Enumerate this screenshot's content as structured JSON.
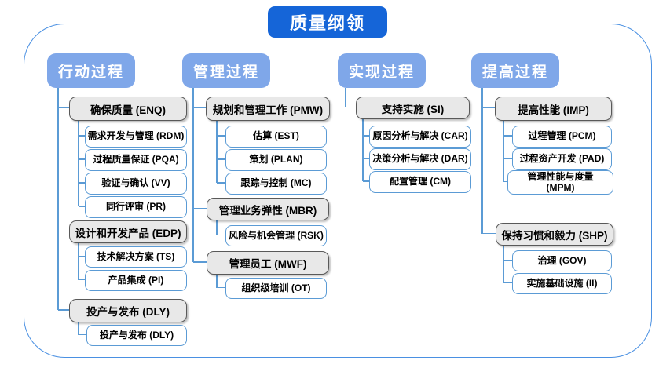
{
  "title": {
    "label": "质量纲领"
  },
  "colors": {
    "title_bg": "#1565d8",
    "header_bg": "#7fa7e9",
    "connector": "#5b9bd5",
    "container_border": "#4a90e2",
    "gray_fill": "#e8e8e8",
    "gray_border": "#595959",
    "white_border": "#5b9bd5",
    "text": "#000000"
  },
  "diagram": {
    "columns": [
      {
        "id": "action",
        "header": "行动过程",
        "groups": [
          {
            "id": "ENQ",
            "label": "确保质量 (ENQ)",
            "children": [
              {
                "id": "RDM",
                "label": "需求开发与管理 (RDM)"
              },
              {
                "id": "PQA",
                "label": "过程质量保证 (PQA)"
              },
              {
                "id": "VV",
                "label": "验证与确认 (VV)"
              },
              {
                "id": "PR",
                "label": "同行评审 (PR)"
              }
            ]
          },
          {
            "id": "EDP",
            "label": "设计和开发产品 (EDP)",
            "children": [
              {
                "id": "TS",
                "label": "技术解决方案 (TS)"
              },
              {
                "id": "PI",
                "label": "产品集成 (PI)"
              }
            ]
          },
          {
            "id": "DLY",
            "label": "投产与发布 (DLY)",
            "children": [
              {
                "id": "DLY2",
                "label": "投产与发布 (DLY)"
              }
            ]
          }
        ]
      },
      {
        "id": "management",
        "header": "管理过程",
        "groups": [
          {
            "id": "PMW",
            "label": "规划和管理工作 (PMW)",
            "children": [
              {
                "id": "EST",
                "label": "估算 (EST)"
              },
              {
                "id": "PLAN",
                "label": "策划 (PLAN)"
              },
              {
                "id": "MC",
                "label": "跟踪与控制 (MC)"
              }
            ]
          },
          {
            "id": "MBR",
            "label": "管理业务弹性 (MBR)",
            "children": [
              {
                "id": "RSK",
                "label": "风险与机会管理 (RSK)"
              }
            ]
          },
          {
            "id": "MWF",
            "label": "管理员工 (MWF)",
            "children": [
              {
                "id": "OT",
                "label": "组织级培训 (OT)"
              }
            ]
          }
        ]
      },
      {
        "id": "implementation",
        "header": "实现过程",
        "groups": [
          {
            "id": "SI",
            "label": "支持实施 (SI)",
            "children": [
              {
                "id": "CAR",
                "label": "原因分析与解决 (CAR)"
              },
              {
                "id": "DAR",
                "label": "决策分析与解决 (DAR)"
              },
              {
                "id": "CM",
                "label": "配置管理 (CM)"
              }
            ]
          }
        ]
      },
      {
        "id": "improvement",
        "header": "提高过程",
        "groups": [
          {
            "id": "IMP",
            "label": "提高性能 (IMP)",
            "children": [
              {
                "id": "PCM",
                "label": "过程管理 (PCM)"
              },
              {
                "id": "PAD",
                "label": "过程资产开发 (PAD)"
              },
              {
                "id": "MPM",
                "label": "管理性能与度量 (MPM)",
                "label_lines": [
                  "管理性能与度量",
                  "(MPM)"
                ]
              }
            ]
          },
          {
            "id": "SHP",
            "label": "保持习惯和毅力 (SHP)",
            "children": [
              {
                "id": "GOV",
                "label": "治理 (GOV)"
              },
              {
                "id": "II",
                "label": "实施基础设施 (II)"
              }
            ]
          }
        ]
      }
    ]
  }
}
